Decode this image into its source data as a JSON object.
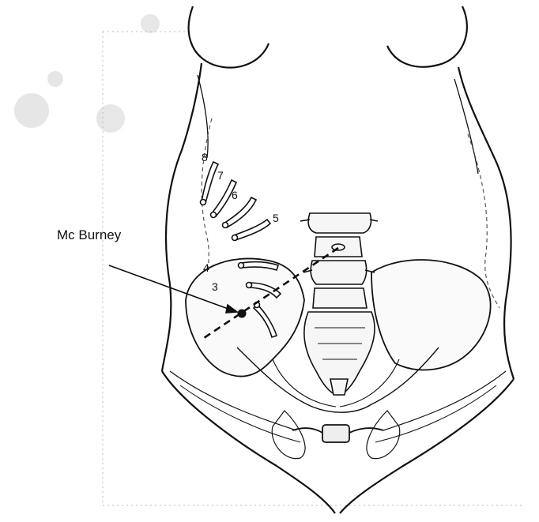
{
  "point_label": "Mc Burney",
  "markers": [
    "8",
    "7",
    "6",
    "5",
    "4",
    "3"
  ],
  "colors": {
    "ink": "#111111",
    "background": "#ffffff",
    "faint": "#9a9a9a"
  }
}
